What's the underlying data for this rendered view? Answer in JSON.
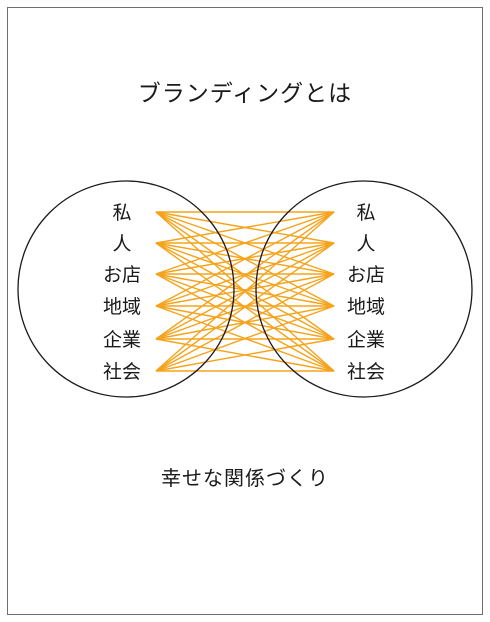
{
  "title": "ブランディングとは",
  "caption": "幸せな関係づくり",
  "left_items": [
    "私",
    "人",
    "お店",
    "地域",
    "企業",
    "社会"
  ],
  "right_items": [
    "私",
    "人",
    "お店",
    "地域",
    "企業",
    "社会"
  ],
  "colors": {
    "connector": "#f5a31a",
    "circle_stroke": "#1a1a1a",
    "border": "#6e6e6e",
    "text": "#1a1a1a"
  }
}
